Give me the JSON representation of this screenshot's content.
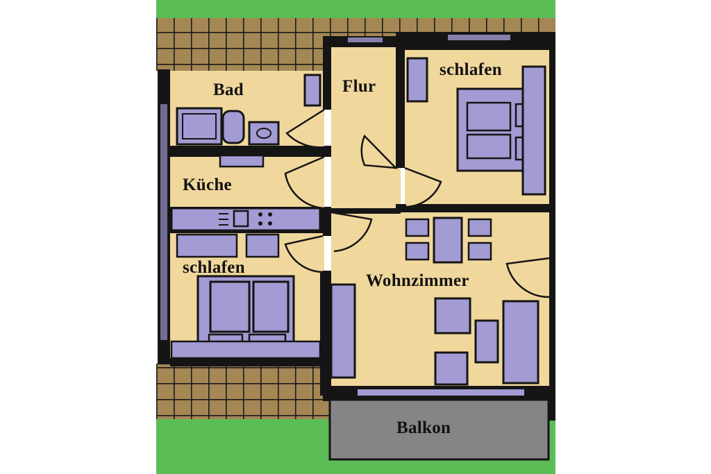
{
  "colors": {
    "lawn": "#5cbd57",
    "paving": "#a48754",
    "floor": "#f0d79c",
    "furniture": "#a39bd3",
    "wall": "#151515",
    "balcony": "#858585",
    "background": "#ffffff"
  },
  "rooms": {
    "bad": "Bad",
    "flur": "Flur",
    "schlafen_1": "schlafen",
    "kueche": "Küche",
    "schlafen_2": "schlafen",
    "wohnzimmer": "Wohnzimmer",
    "balkon": "Balkon"
  }
}
